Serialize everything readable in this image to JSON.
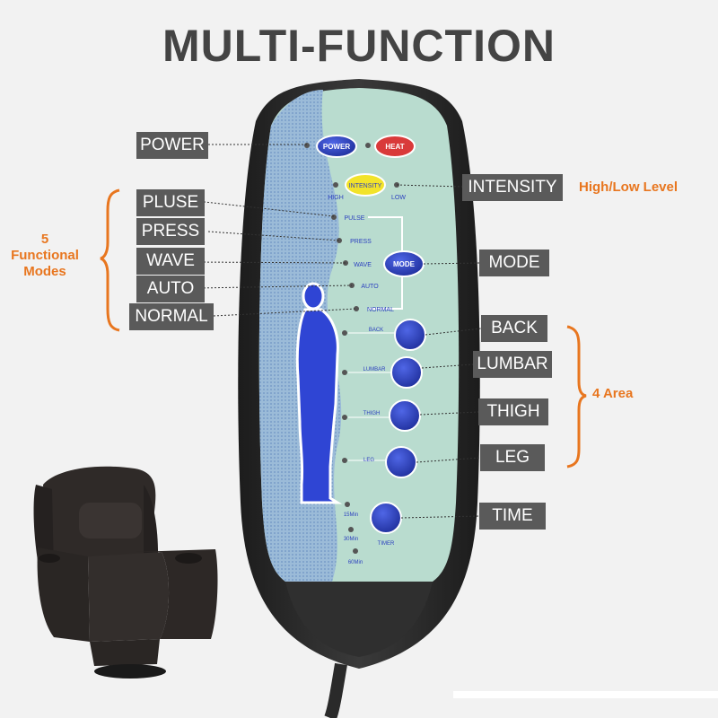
{
  "heading": "MULTI-FUNCTION",
  "callouts": {
    "power": "POWER",
    "pluse": "PLUSE",
    "press": "PRESS",
    "wave": "WAVE",
    "auto": "AUTO",
    "normal": "NORMAL",
    "intensity": "INTENSITY",
    "mode": "MODE",
    "back": "BACK",
    "lumbar": "LUMBAR",
    "thigh": "THIGH",
    "leg": "LEG",
    "time": "TIME"
  },
  "annotations": {
    "functional_modes": "5\nFunctional\nModes",
    "high_low": "High/Low Level",
    "four_area": "4 Area"
  },
  "remote": {
    "power_button": "POWER",
    "heat_button": "HEAT",
    "intensity_button": "INTENSITY",
    "high": "HIGH",
    "low": "LOW",
    "pulse": "PULSE",
    "press": "PRESS",
    "wave": "WAVE",
    "auto": "AUTO",
    "normal": "NORMAL",
    "mode_button": "MODE",
    "back": "BACK",
    "lumbar": "LUMBAR",
    "thigh": "THIGH",
    "leg": "LEG",
    "t15": "15Min",
    "t30": "30Min",
    "t60": "60Min",
    "timer": "TIMER"
  },
  "colors": {
    "callout_bg": "#5a5a5a",
    "accent_orange": "#e8761f",
    "remote_body": "#2a2a2a",
    "panel_green": "#b9dccf",
    "panel_blue": "#8fb4d6",
    "button_blue": "#2b3fbf",
    "heat_red": "#d93a3a",
    "intensity_yellow": "#f2e32a"
  }
}
